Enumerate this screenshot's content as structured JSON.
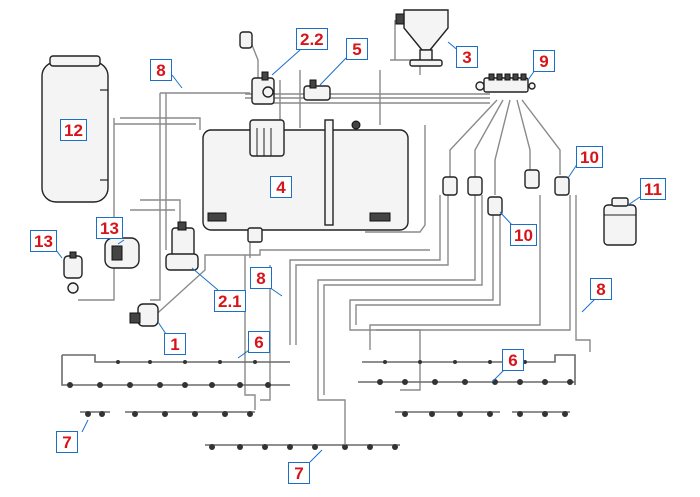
{
  "colors": {
    "label_text": "#d7141a",
    "label_border": "#1a6fc9",
    "pipe": "#8a8a8a",
    "outline": "#222222"
  },
  "labels": {
    "l_2_2": "2.2",
    "l_5": "5",
    "l_3": "3",
    "l_9": "9",
    "l_8a": "8",
    "l_12": "12",
    "l_4": "4",
    "l_10a": "10",
    "l_10b": "10",
    "l_11": "11",
    "l_13a": "13",
    "l_13b": "13",
    "l_2_1": "2.1",
    "l_8b": "8",
    "l_8c": "8",
    "l_1": "1",
    "l_6a": "6",
    "l_6b": "6",
    "l_7a": "7",
    "l_7b": "7"
  }
}
